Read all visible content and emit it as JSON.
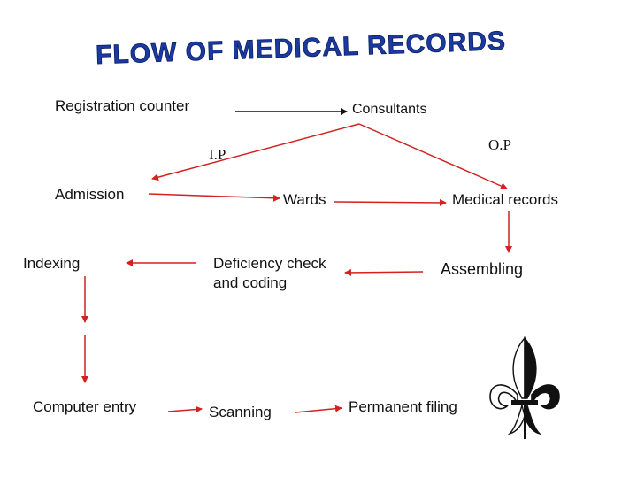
{
  "title": "FLOW OF MEDICAL RECORDS",
  "nodes": {
    "registration": "Registration counter",
    "consultants": "Consultants",
    "ip": "I.P",
    "op": "O.P",
    "admission": "Admission",
    "wards": "Wards",
    "medical_records": "Medical records",
    "indexing": "Indexing",
    "deficiency_line1": "Deficiency check",
    "deficiency_line2": "and coding",
    "assembling": "Assembling",
    "computer_entry": "Computer entry",
    "scanning": "Scanning",
    "permanent_filing": "Permanent filing"
  },
  "colors": {
    "arrow_red": "#d42020",
    "arrow_black": "#111111",
    "title_blue": "#1a3aa0"
  },
  "icons": [
    "fleur-de-lis-icon"
  ]
}
